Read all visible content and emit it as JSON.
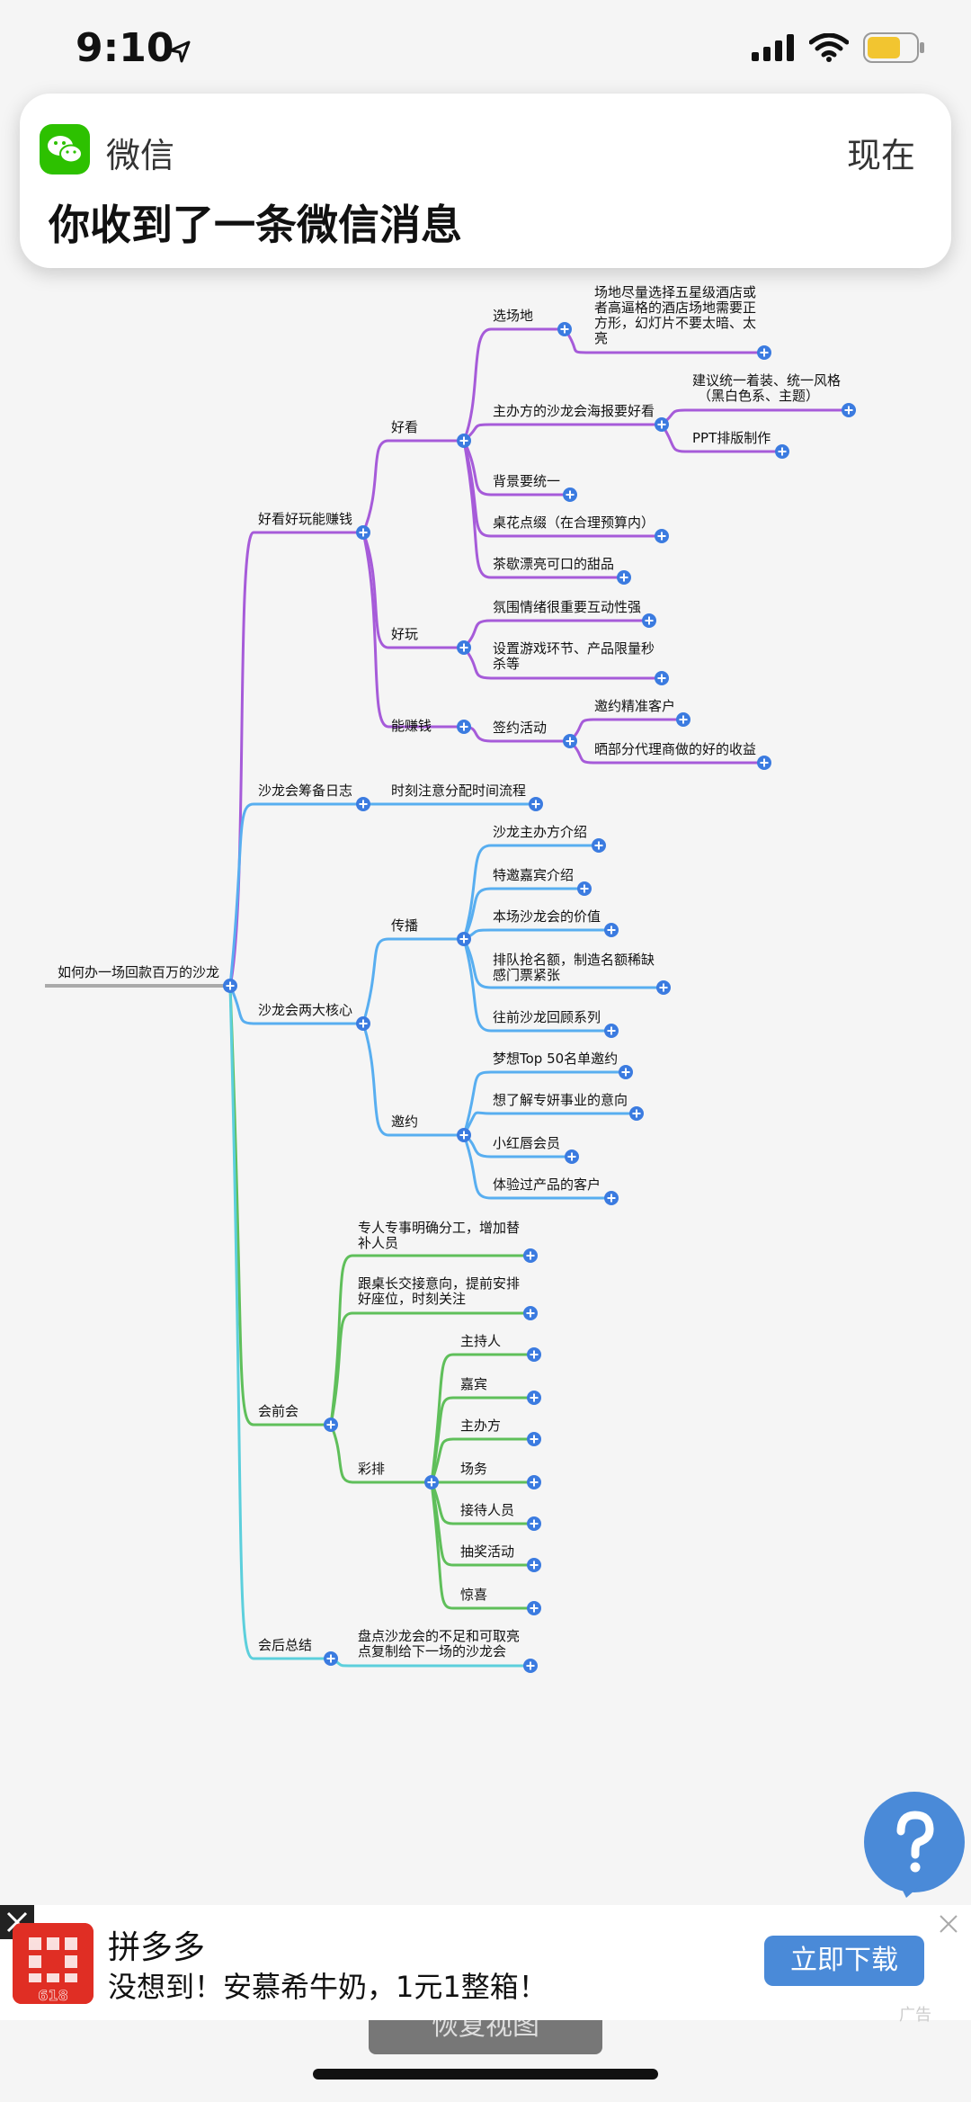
{
  "status_bar": {
    "time": "9:10"
  },
  "notification": {
    "app_name": "微信",
    "time": "现在",
    "message": "你收到了一条微信消息"
  },
  "colors": {
    "purple": "#a65bd9",
    "blue": "#58aef0",
    "green": "#5fbf5a",
    "cyan": "#5ccfdc",
    "node": "#3b7be0"
  },
  "mindmap": {
    "root": "如何办一场回款百万的沙龙",
    "labels": {
      "b1": "好看好玩能赚钱",
      "b1_1": "好看",
      "b1_1_1": "选场地",
      "b1_1_1_1a": "场地尽量选择五星级酒店或",
      "b1_1_1_1b": "者高逼格的酒店场地需要正",
      "b1_1_1_1c": "方形，幻灯片不要太暗、太",
      "b1_1_1_1d": "亮",
      "b1_1_2": "主办方的沙龙会海报要好看",
      "b1_1_2_1a": "建议统一着装、统一风格",
      "b1_1_2_1b": "（黑白色系、主题）",
      "b1_1_2_2": "PPT排版制作",
      "b1_1_3": "背景要统一",
      "b1_1_4": "桌花点缀（在合理预算内）",
      "b1_1_5": "茶歇漂亮可口的甜品",
      "b1_2": "好玩",
      "b1_2_1": "氛围情绪很重要互动性强",
      "b1_2_2a": "设置游戏环节、产品限量秒",
      "b1_2_2b": "杀等",
      "b1_3": "能赚钱",
      "b1_3_1": "签约活动",
      "b1_3_1_1": "邀约精准客户",
      "b1_3_1_2": "晒部分代理商做的好的收益",
      "b2": "沙龙会筹备日志",
      "b2_1": "时刻注意分配时间流程",
      "b3": "沙龙会两大核心",
      "b3_1": "传播",
      "b3_1_1": "沙龙主办方介绍",
      "b3_1_2": "特邀嘉宾介绍",
      "b3_1_3": "本场沙龙会的价值",
      "b3_1_4a": "排队抢名额，制造名额稀缺",
      "b3_1_4b": "感门票紧张",
      "b3_1_5": "往前沙龙回顾系列",
      "b3_2": "邀约",
      "b3_2_1": "梦想Top 50名单邀约",
      "b3_2_2": "想了解专妍事业的意向",
      "b3_2_3": "小红唇会员",
      "b3_2_4": "体验过产品的客户",
      "b4": "会前会",
      "b4_1a": "专人专事明确分工，增加替",
      "b4_1b": "补人员",
      "b4_2a": "跟桌长交接意向，提前安排",
      "b4_2b": "好座位，时刻关注",
      "b4_3": "彩排",
      "b4_3_1": "主持人",
      "b4_3_2": "嘉宾",
      "b4_3_3": "主办方",
      "b4_3_4": "场务",
      "b4_3_5": "接待人员",
      "b4_3_6": "抽奖活动",
      "b4_3_7": "惊喜",
      "b5": "会后总结",
      "b5_1a": "盘点沙龙会的不足和可取亮",
      "b5_1b": "点复制给下一场的沙龙会"
    }
  },
  "help": {
    "icon": "question-icon"
  },
  "ad": {
    "title": "拼多多",
    "subtitle": "没想到！安慕希牛奶，1元1整箱！",
    "button": "立即下载",
    "tag": "广告",
    "logo_text": "618"
  },
  "restore_button": "恢复视图"
}
